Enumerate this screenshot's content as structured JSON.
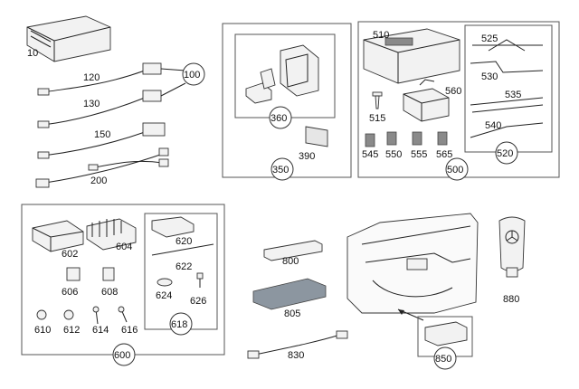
{
  "callouts": {
    "p10": "10",
    "p100": "100",
    "p120": "120",
    "p130": "130",
    "p150": "150",
    "p200": "200",
    "p350": "350",
    "p360": "360",
    "p390": "390",
    "p500": "500",
    "p510": "510",
    "p515": "515",
    "p520": "520",
    "p525": "525",
    "p530": "530",
    "p535": "535",
    "p540": "540",
    "p545": "545",
    "p550": "550",
    "p555": "555",
    "p560": "560",
    "p565": "565",
    "p600": "600",
    "p602": "602",
    "p604": "604",
    "p606": "606",
    "p608": "608",
    "p610": "610",
    "p612": "612",
    "p614": "614",
    "p616": "616",
    "p618": "618",
    "p620": "620",
    "p622": "622",
    "p624": "624",
    "p626": "626",
    "p800": "800",
    "p805": "805",
    "p830": "830",
    "p850": "850",
    "p880": "880"
  }
}
